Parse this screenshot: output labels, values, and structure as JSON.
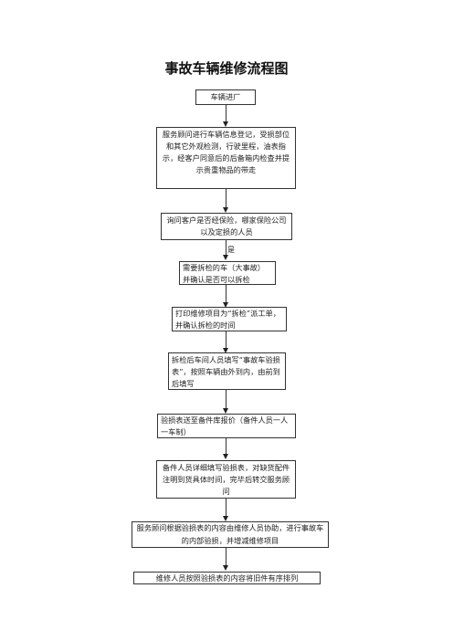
{
  "title": "事故车辆维修流程图",
  "steps": [
    "车辆进厂",
    "服务顾问进行车辆信息登记，受损部位和其它外观检测，行驶里程，油表指示，经客户同意后的后备箱内检查并提示贵重物品的带走",
    "询问客户是否经保险，哪家保险公司以及定损的人员",
    "需要拆检的车（大事故）并确认是否可以拆检",
    "打印维修项目为“拆检”派工单，并确认拆检的时间",
    "拆检后车间人员填写“事故车验损表”，按照车辆由外到内，由前到后填写",
    "验损表送至备件库报价（备件人员一人一车制）",
    "备件人员详细填写验损表，对缺货配件注明到货具体时间，完毕后转交服务顾问",
    "服务顾问根据验损表的内容由维修人员协助，进行事故车的内部验损，并增减维修项目",
    "维修人员按照验损表的内容将旧件有序排列"
  ],
  "edge_labels": {
    "yes": "是"
  }
}
